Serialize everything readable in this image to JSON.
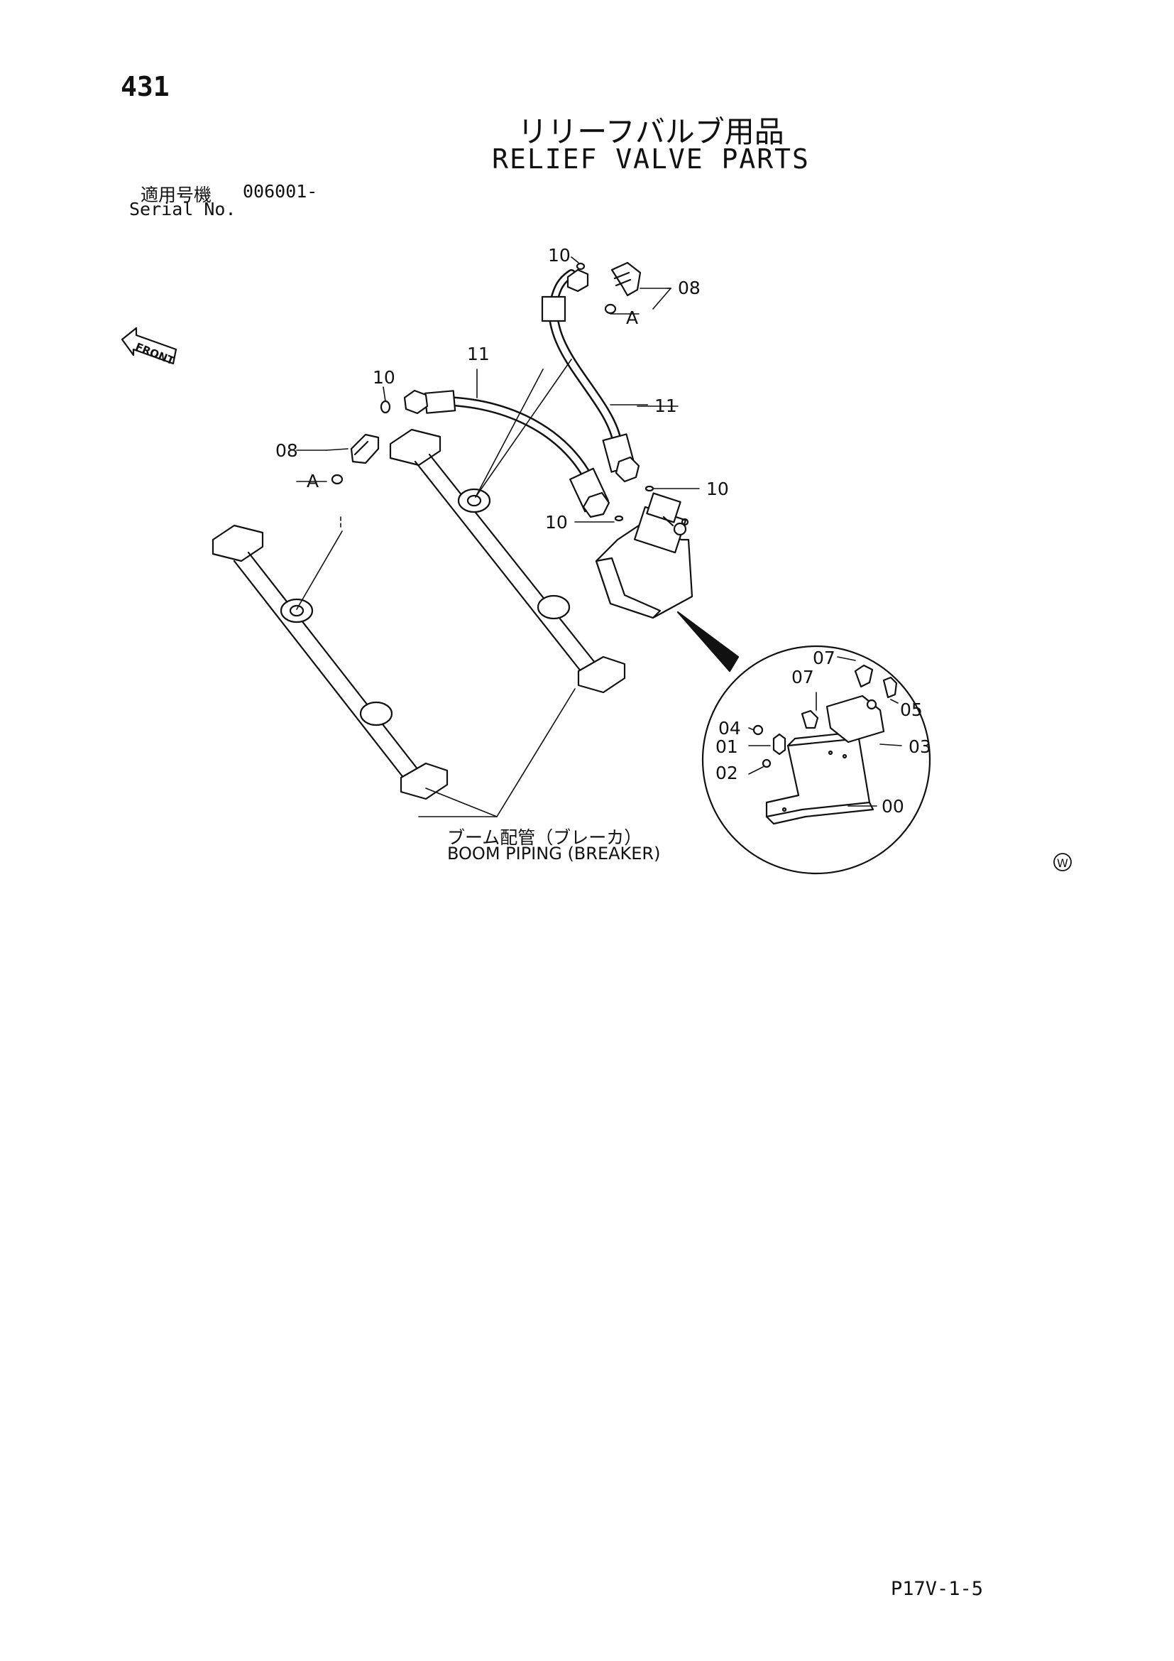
{
  "page": {
    "number": "431",
    "title_ja": "リリーフバルブ用品",
    "title_en": "RELIEF VALVE PARTS",
    "serial_label_ja": "適用号機",
    "serial_range": "006001-",
    "serial_label_en": "Serial No.",
    "footer_code": "P17V-1-5"
  },
  "diagram": {
    "front_label": "FRONT",
    "caption_ja": "ブーム配管（ブレーカ）",
    "caption_en": "BOOM PIPING (BREAKER)",
    "symbol": "W",
    "callouts": {
      "c10_top": "10",
      "c08_right": "08",
      "a_right": "A",
      "c11_left": "11",
      "c10_left": "10",
      "c11_right": "11",
      "c08_left": "08",
      "a_left": "A",
      "c10_mid_right": "10",
      "c10_mid": "10",
      "d07_top": "07",
      "d07": "07",
      "d05": "05",
      "d04": "04",
      "d01": "01",
      "d03": "03",
      "d02": "02",
      "d00": "00"
    }
  }
}
